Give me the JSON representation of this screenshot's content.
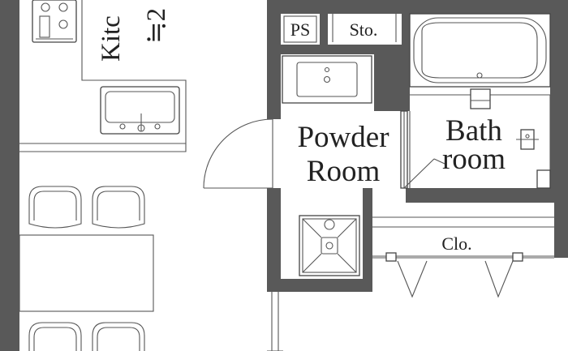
{
  "rooms": {
    "kitchen": "Kitc",
    "kitchen_area": "≒2",
    "powder_line1": "Powder",
    "powder_line2": "Room",
    "bath_line1": "Bath",
    "bath_line2": "room",
    "ps": "PS",
    "storage": "Sto.",
    "closet": "Clo."
  },
  "colors": {
    "wall": "#595959",
    "line": "#444444",
    "background": "#ffffff"
  }
}
